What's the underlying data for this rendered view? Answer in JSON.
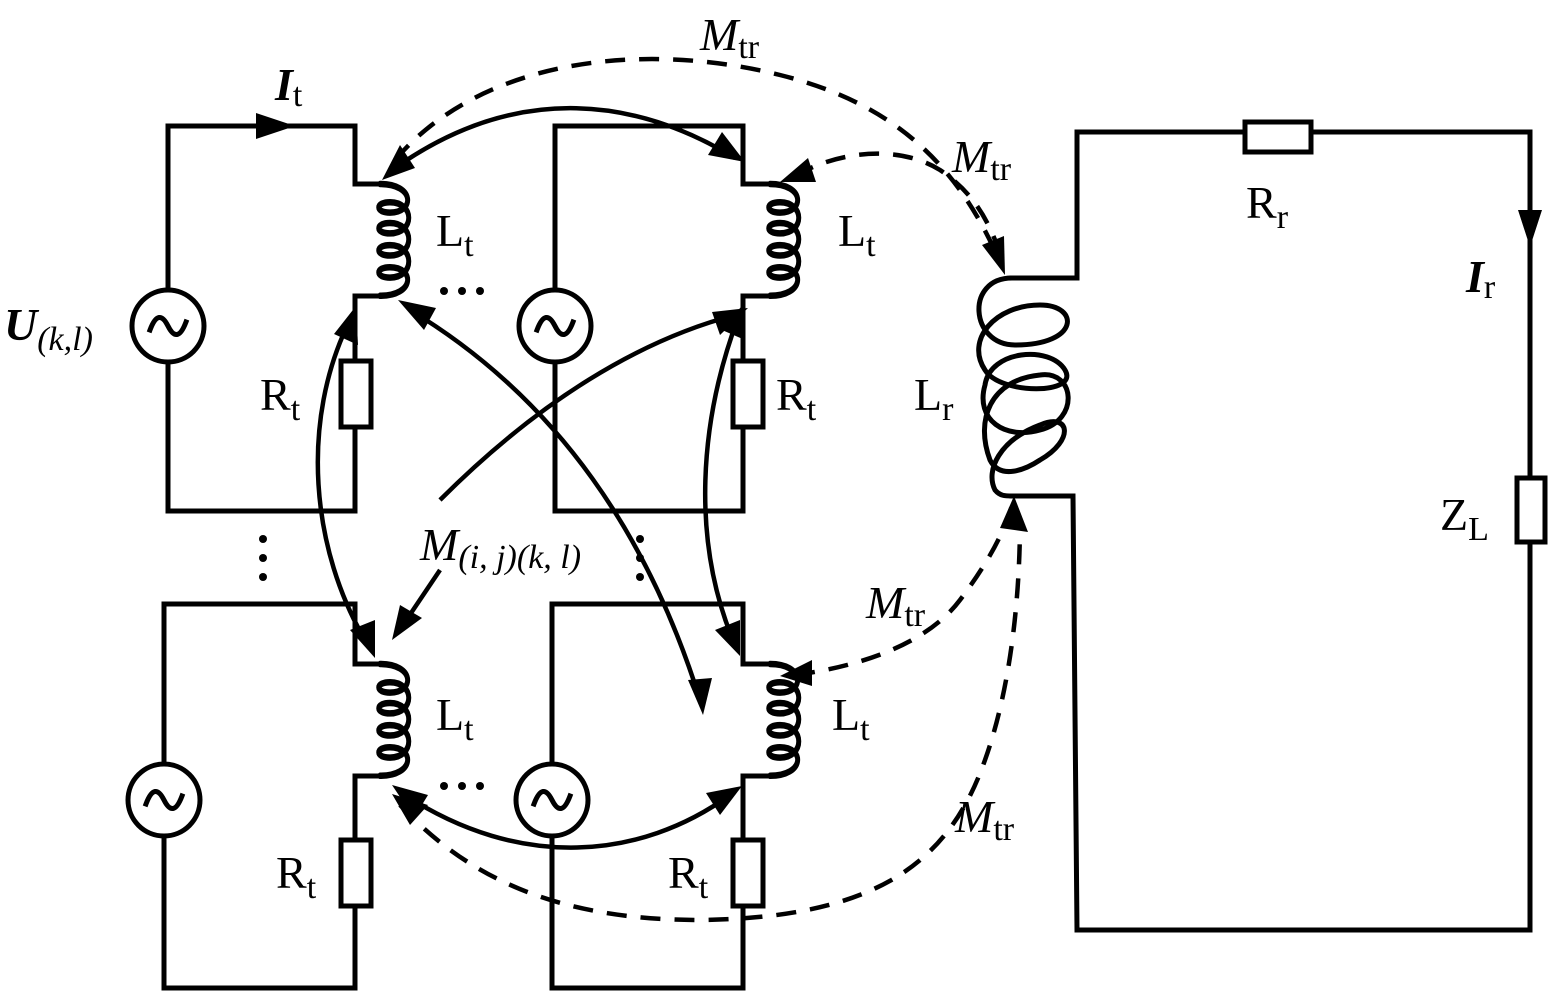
{
  "labels": {
    "transmit_current": {
      "main": "I",
      "sub": "t"
    },
    "source_voltage": {
      "main": "U",
      "sub": "(k,l)"
    },
    "transmit_inductance": {
      "main": "L",
      "sub": "t"
    },
    "transmit_resistance": {
      "main": "R",
      "sub": "t"
    },
    "mutual_tx_rx": {
      "main": "M",
      "sub": "tr"
    },
    "mutual_tx_tx": {
      "main": "M",
      "sub": "(i, j)(k, l)"
    },
    "receiver_resistance": {
      "main": "R",
      "sub": "r"
    },
    "receiver_current": {
      "main": "I",
      "sub": "r"
    },
    "receiver_inductance": {
      "main": "L",
      "sub": "r"
    },
    "load_impedance": {
      "main": "Z",
      "sub": "L"
    }
  },
  "ellipsis": {
    "horizontal": "…",
    "vertical": "⋮"
  }
}
